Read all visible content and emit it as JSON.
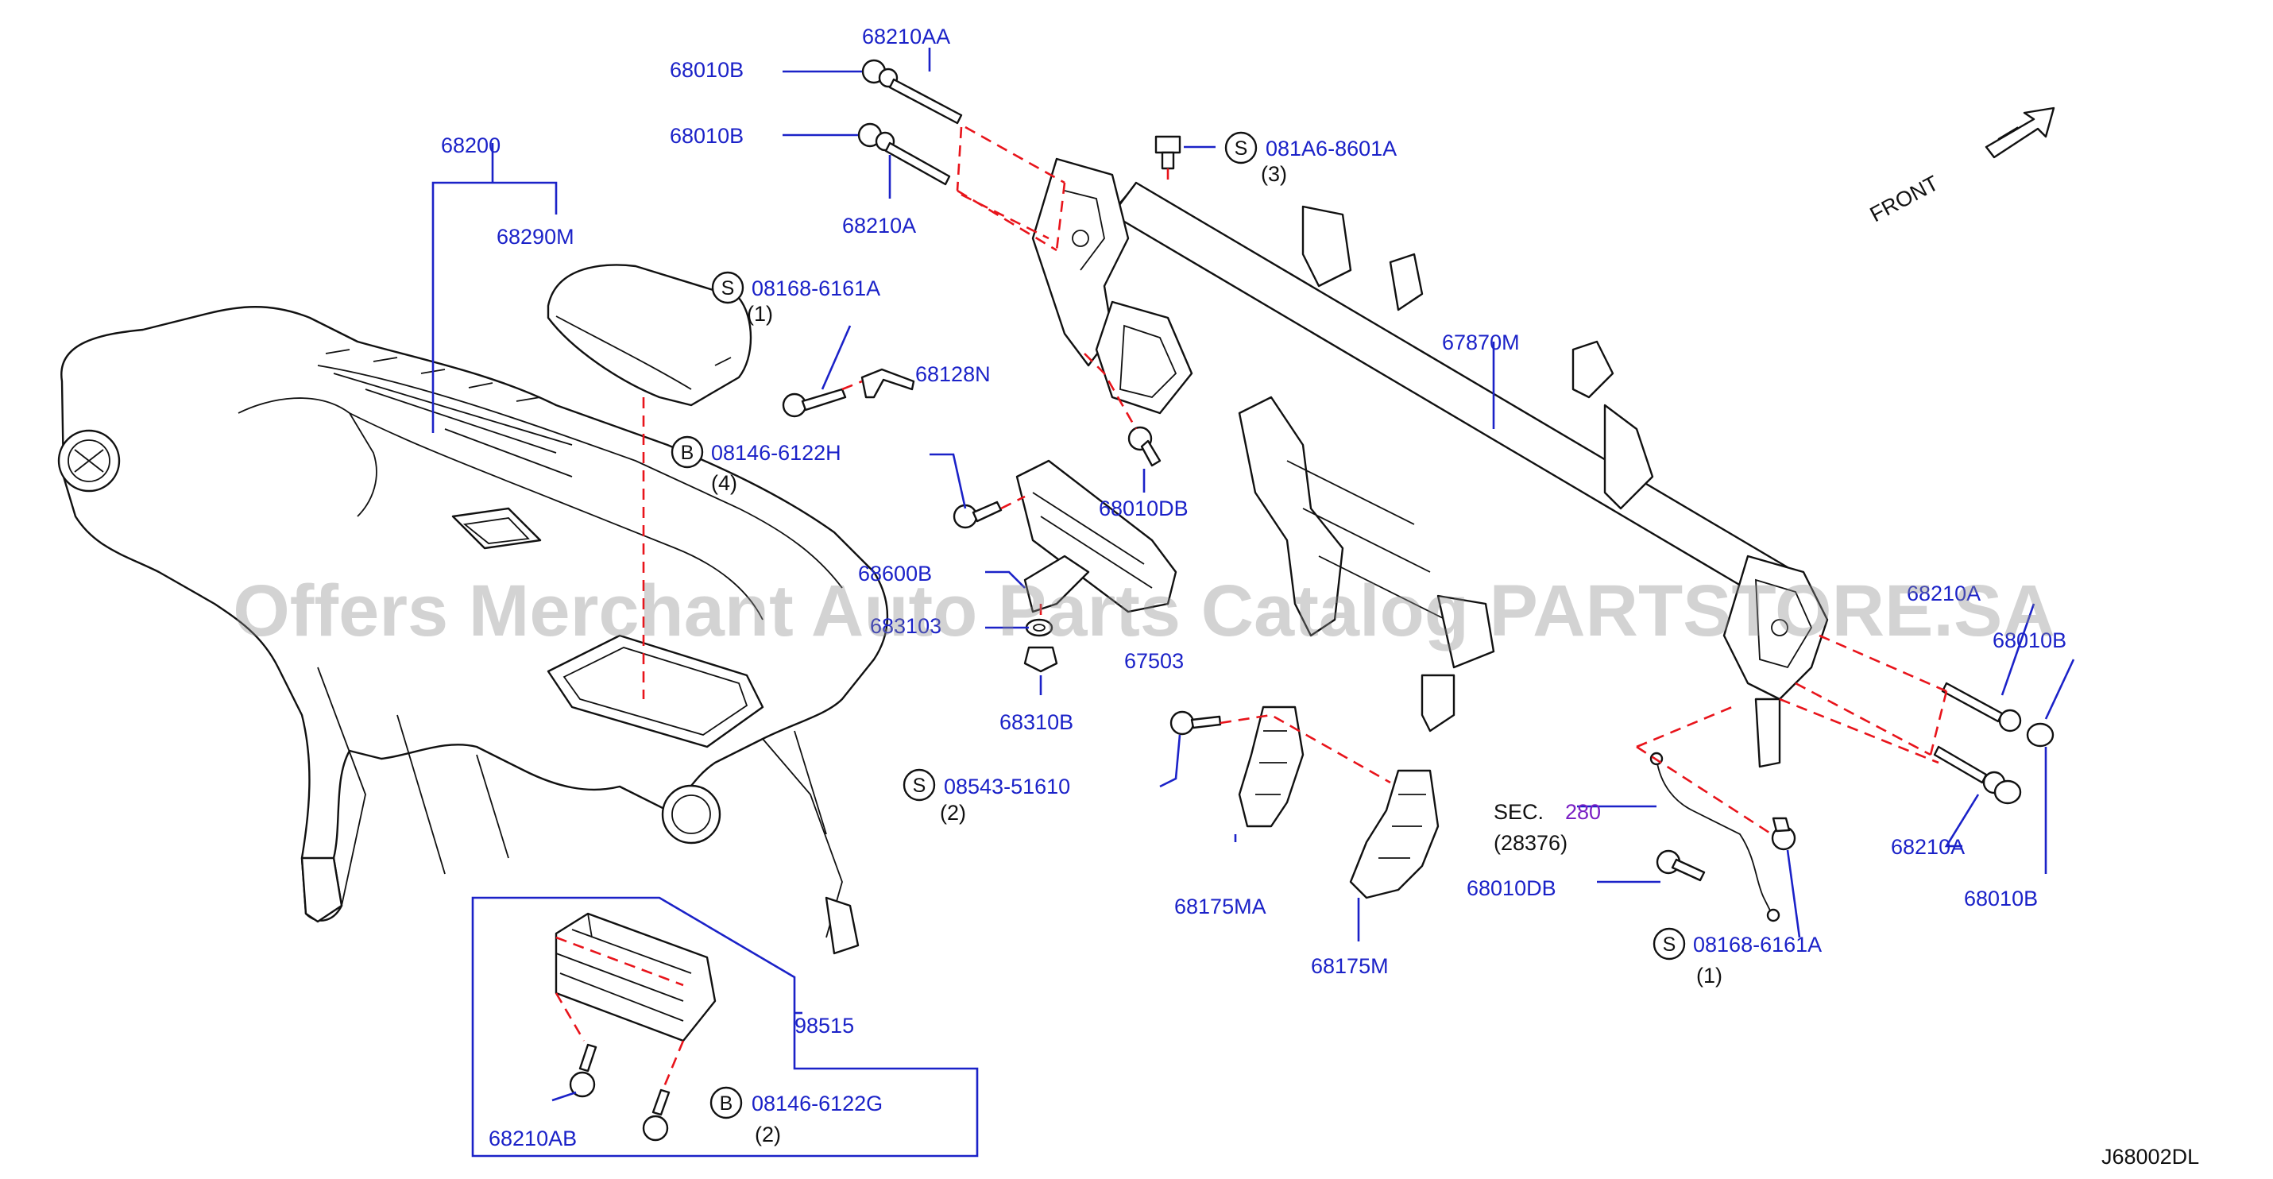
{
  "labels": {
    "p68210AA": "68210AA",
    "p68010B_1": "68010B",
    "p68010B_2": "68010B",
    "p68210A_1": "68210A",
    "p081A6": "081A6-8601A",
    "p081A6_qty": "(3)",
    "p68200": "68200",
    "p68290M": "68290M",
    "p08168_1": "08168-6161A",
    "p08168_1_qty": "(1)",
    "p68128N": "68128N",
    "p08146H": "08146-6122H",
    "p08146H_qty": "(4)",
    "p68010DB_1": "68010DB",
    "p68600B": "68600B",
    "p683103": "683103",
    "p67503": "67503",
    "p68310B": "68310B",
    "p08543": "08543-51610",
    "p08543_qty": "(2)",
    "p67870M": "67870M",
    "p68210A_tr": "68210A",
    "p68010B_3": "68010B",
    "p68210A_2": "68210A",
    "p68010B_4": "68010B",
    "sec_prefix": "SEC.",
    "sec_num": "280",
    "sec_sub": "(28376)",
    "p68010DB_2": "68010DB",
    "p08168_2": "08168-6161A",
    "p08168_2_qty": "(1)",
    "p68175MA": "68175MA",
    "p68175M": "68175M",
    "p98515": "98515",
    "p68210AB": "68210AB",
    "p08146G": "08146-6122G",
    "p08146G_qty": "(2)",
    "front": "FRONT",
    "code": "J68002DL"
  },
  "symbols": {
    "S": "S",
    "B": "B"
  },
  "watermark": "Offers Merchant Auto Parts Catalog PARTSTORE.SA",
  "colors": {
    "label": "#1b22c8",
    "dash": "#e8141b",
    "section_ref": "#7a1fc4",
    "line": "#111111"
  }
}
